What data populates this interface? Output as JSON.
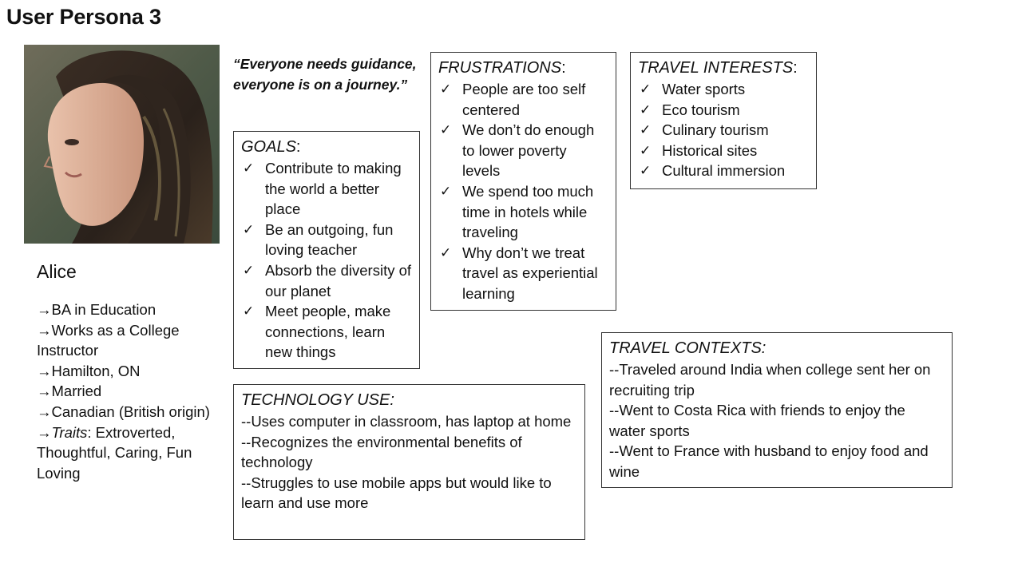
{
  "page": {
    "title": "User Persona 3"
  },
  "persona": {
    "name": "Alice",
    "quote": "“Everyone needs guidance, everyone is on a journey.”",
    "profile": {
      "arrow": "→",
      "education": "BA in Education",
      "work": "Works as a College Instructor",
      "location": "Hamilton, ON",
      "status": "Married",
      "origin": "Canadian (British origin)",
      "traits_label": "Traits",
      "traits_value": ": Extroverted, Thoughtful, Caring, Fun Loving"
    }
  },
  "goals": {
    "heading": "GOALS",
    "colon": ":",
    "items": [
      "Contribute to making the world a better place",
      "Be an outgoing, fun loving teacher",
      "Absorb the diversity of our planet",
      "Meet people, make connections, learn new things"
    ]
  },
  "frustrations": {
    "heading": "FRUSTRATIONS",
    "colon": ":",
    "items": [
      "People are too self centered",
      "We don’t do enough to lower poverty levels",
      "We spend too much time in hotels while traveling",
      "Why don’t we treat travel as experiential learning"
    ]
  },
  "travel_interests": {
    "heading": "TRAVEL INTERESTS",
    "colon": ":",
    "items": [
      "Water sports",
      "Eco tourism",
      "Culinary tourism",
      "Historical sites",
      "Cultural immersion"
    ]
  },
  "technology_use": {
    "heading": "TECHNOLOGY USE:",
    "items": [
      "--Uses computer in classroom, has laptop at home",
      "--Recognizes the environmental benefits of technology",
      "--Struggles to use mobile apps but would like to learn and use more"
    ]
  },
  "travel_contexts": {
    "heading": "TRAVEL CONTEXTS:",
    "items": [
      "--Traveled around India when college sent her on recruiting trip",
      "--Went to Costa Rica with friends to enjoy the water sports",
      "--Went to France with husband to enjoy food and wine"
    ]
  },
  "icons": {
    "check": "check-icon",
    "arrow": "right-arrow-icon"
  },
  "colors": {
    "text": "#111111",
    "border": "#333333",
    "background": "#ffffff"
  }
}
